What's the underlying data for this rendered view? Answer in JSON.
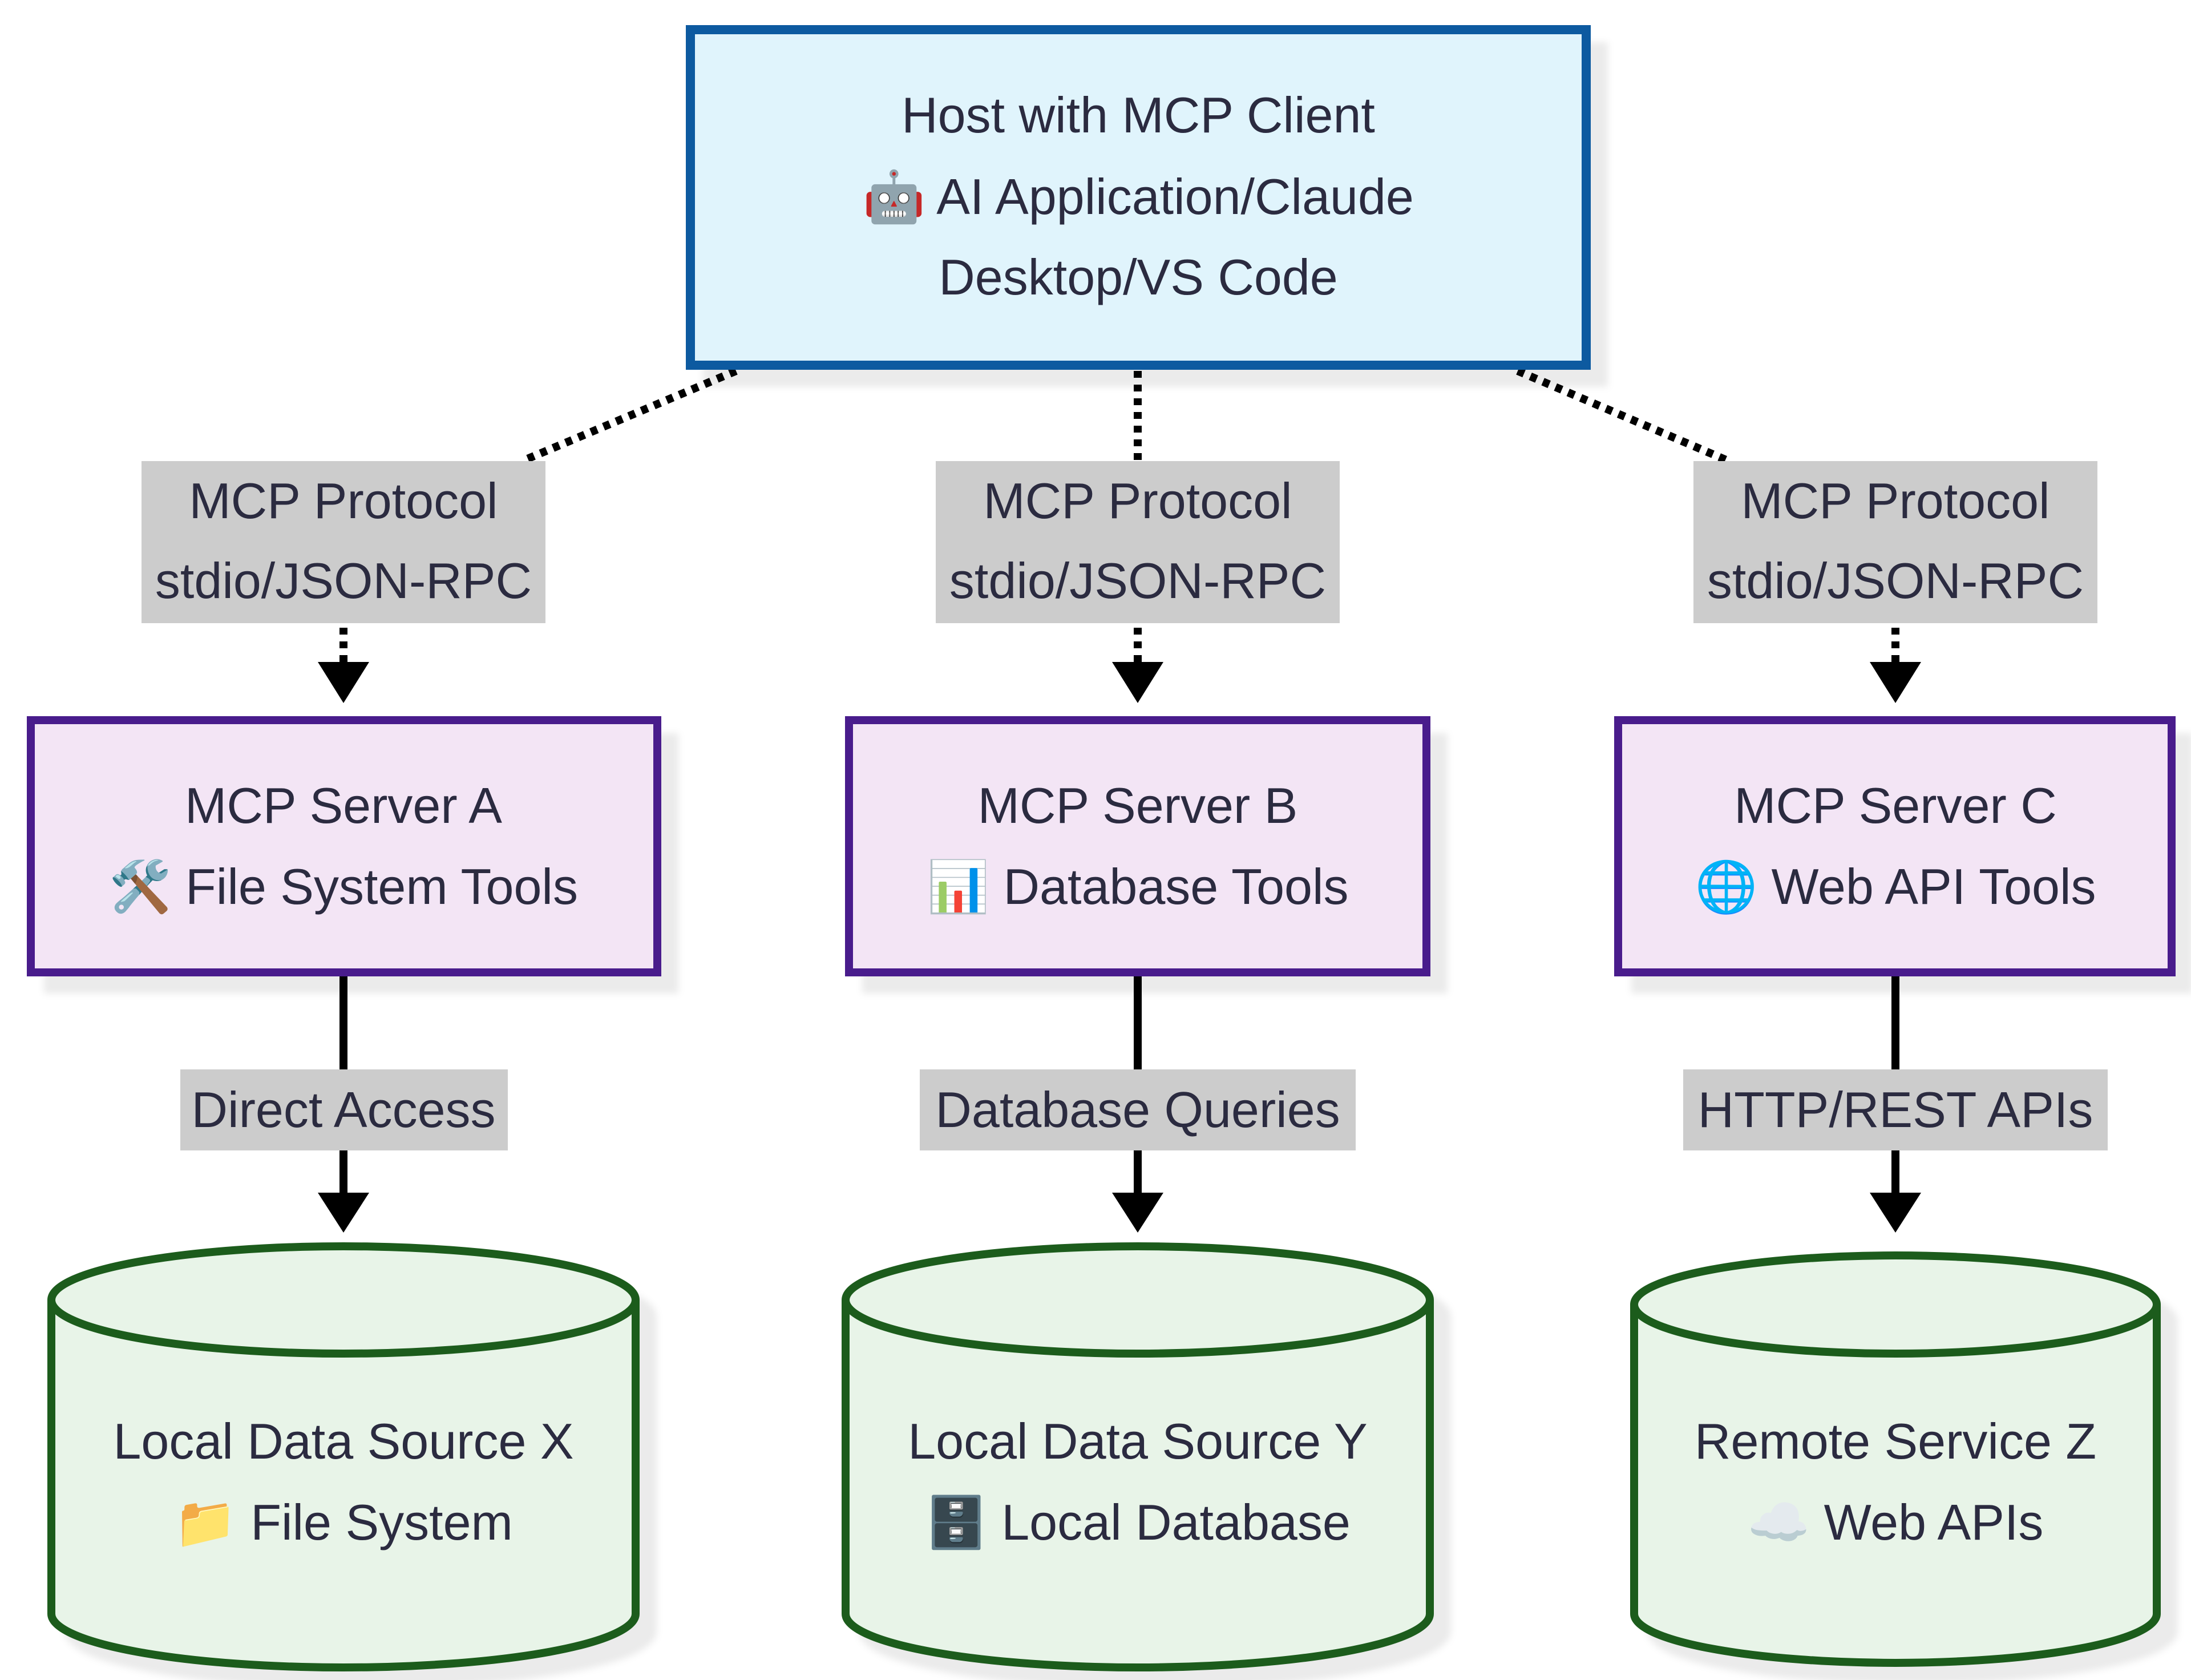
{
  "host": {
    "title": "Host with MCP Client",
    "line2": "🤖 AI Application/Claude",
    "line3": "Desktop/VS Code",
    "fill": "#e0f4fc",
    "stroke": "#0d5aa0"
  },
  "protocol_edges": [
    {
      "line1": "MCP Protocol",
      "line2": "stdio/JSON-RPC"
    },
    {
      "line1": "MCP Protocol",
      "line2": "stdio/JSON-RPC"
    },
    {
      "line1": "MCP Protocol",
      "line2": "stdio/JSON-RPC"
    }
  ],
  "servers": [
    {
      "title": "MCP Server A",
      "subtitle": "🛠️ File System Tools",
      "icon": "hammer-wrench-icon"
    },
    {
      "title": "MCP Server B",
      "subtitle": "📊 Database Tools",
      "icon": "bar-chart-icon"
    },
    {
      "title": "MCP Server C",
      "subtitle": "🌐 Web API Tools",
      "icon": "globe-icon"
    }
  ],
  "server_style": {
    "fill": "#f3e5f5",
    "stroke": "#4a1c8c"
  },
  "access_edges": [
    {
      "label": "Direct Access"
    },
    {
      "label": "Database Queries"
    },
    {
      "label": "HTTP/REST APIs"
    }
  ],
  "sources": [
    {
      "title": "Local Data Source X",
      "subtitle": "📁 File System",
      "icon": "folder-icon"
    },
    {
      "title": "Local Data Source Y",
      "subtitle": "🗄️ Local Database",
      "icon": "file-cabinet-icon"
    },
    {
      "title": "Remote Service Z",
      "subtitle": "☁️ Web APIs",
      "icon": "cloud-icon"
    }
  ],
  "source_style": {
    "fill": "#e8f4e8",
    "stroke": "#1d5c1d"
  },
  "edge_label_bg": "#cccccc"
}
